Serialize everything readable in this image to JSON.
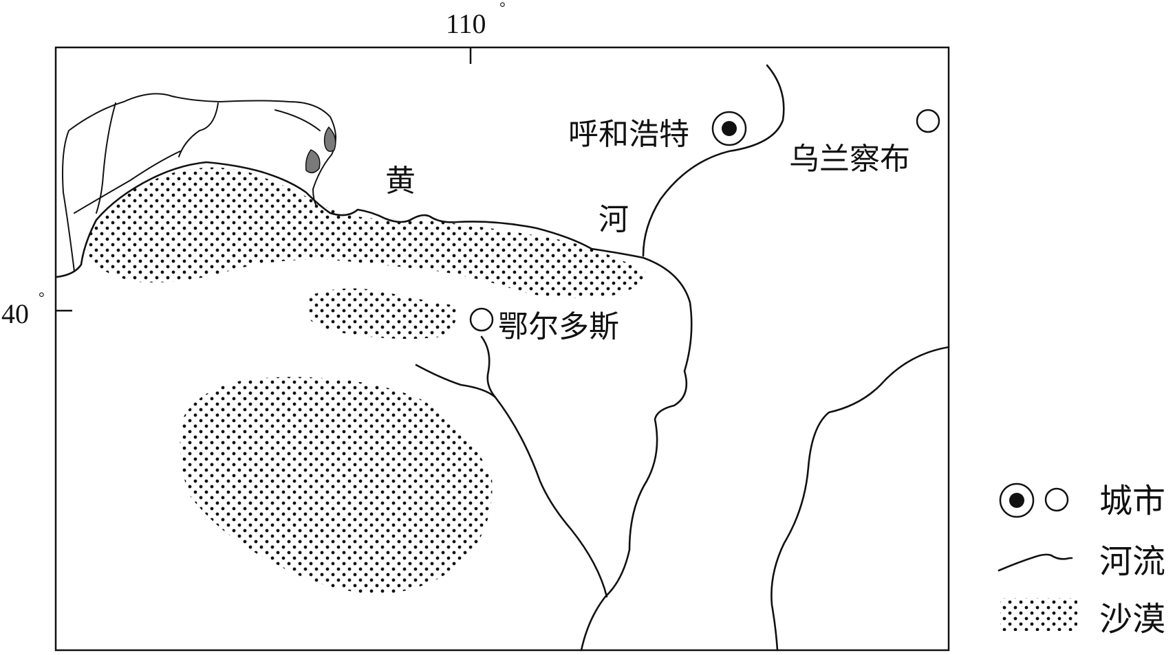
{
  "coordinates": {
    "longitude_label": "110",
    "latitude_label": "40",
    "degree_symbol": "°"
  },
  "places": {
    "huhehaote": "呼和浩特",
    "wulanchabu": "乌兰察布",
    "eerduosi": "鄂尔多斯"
  },
  "river_labels": {
    "huang": "黄",
    "he": "河"
  },
  "legend": {
    "city": "城市",
    "river": "河流",
    "desert": "沙漠"
  },
  "symbols": {
    "capital_city": "filled-circle-in-ring",
    "city": "open-circle",
    "desert_pattern": "dots"
  }
}
